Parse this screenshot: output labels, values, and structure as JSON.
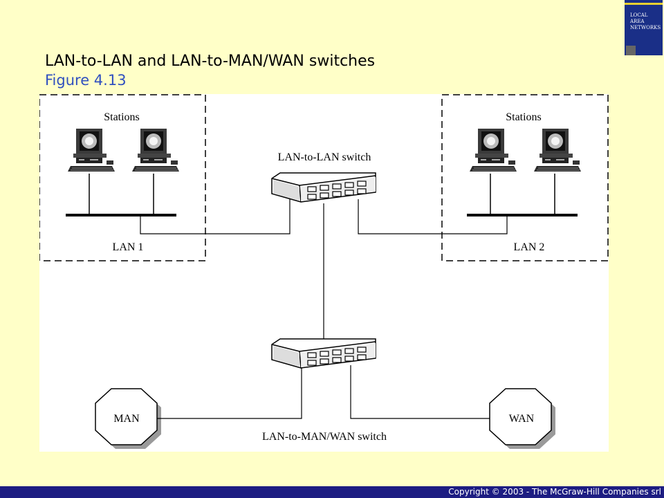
{
  "slide": {
    "title": "LAN-to-LAN and LAN-to-MAN/WAN switches",
    "subtitle": "Figure 4.13"
  },
  "book": {
    "line1": "LOCAL",
    "line2": "AREA",
    "line3": "NETWORKS"
  },
  "diagram": {
    "left_group_label": "Stations",
    "right_group_label": "Stations",
    "lan1_label": "LAN 1",
    "lan2_label": "LAN 2",
    "top_switch_label": "LAN-to-LAN switch",
    "bottom_switch_label": "LAN-to-MAN/WAN switch",
    "man_label": "MAN",
    "wan_label": "WAN"
  },
  "footer": {
    "copyright": "Copyright © 2003 - The McGraw-Hill Companies srl"
  },
  "colors": {
    "background": "#ffffc8",
    "subtitle": "#2f4fbf",
    "footer_bar": "#1d1d82"
  }
}
